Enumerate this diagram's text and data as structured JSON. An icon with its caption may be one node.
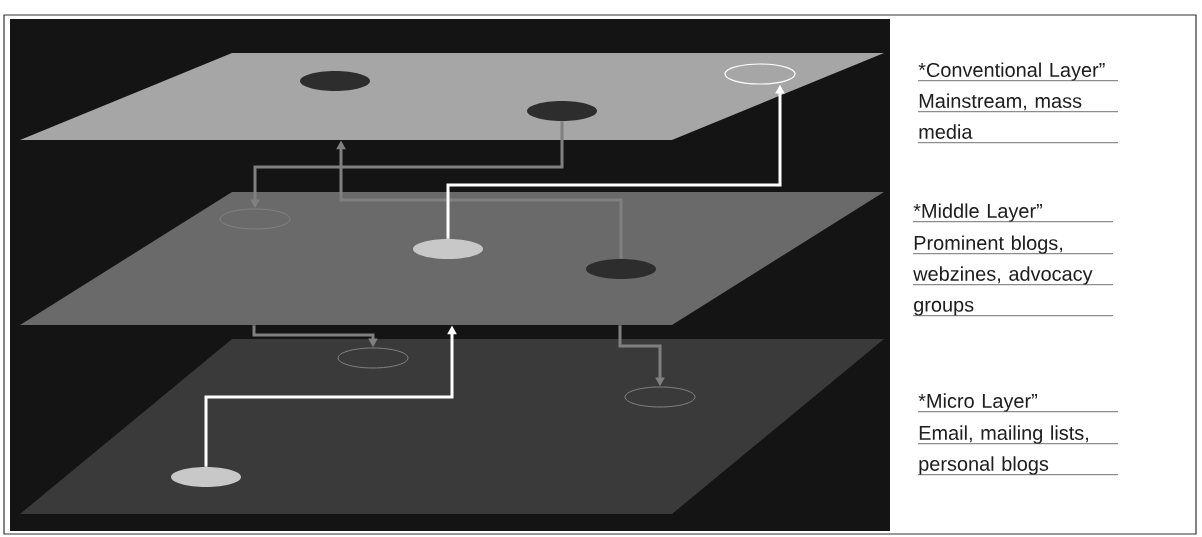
{
  "diagram": {
    "nodes": [
      {
        "text": [],
        "shape": "parallelogram"
      },
      {
        "text": [],
        "shape": "parallelogram"
      },
      {
        "text": [],
        "shape": "parallelogram"
      },
      {
        "text": [],
        "shape": "ellipse",
        "in": 0
      },
      {
        "text": [],
        "shape": "ellipse",
        "in": 0
      },
      {
        "text": [],
        "shape": "ellipse",
        "in": 0
      },
      {
        "text": [],
        "shape": "ellipse",
        "in": 1
      },
      {
        "text": [],
        "shape": "ellipse",
        "in": 1
      },
      {
        "text": [],
        "shape": "ellipse",
        "in": 1
      },
      {
        "text": [],
        "shape": "ellipse",
        "in": 2
      },
      {
        "text": [],
        "shape": "ellipse",
        "in": 2
      },
      {
        "text": [],
        "shape": "ellipse",
        "in": 2
      }
    ],
    "edges": [
      {
        "from": 4,
        "to": 6,
        "arrow": "to"
      },
      {
        "from": 8,
        "to": 0,
        "arrow": "to"
      },
      {
        "from": 7,
        "to": 5,
        "arrow": "to",
        "color": "#ffffff"
      },
      {
        "from": 1,
        "to": 9,
        "arrow": "to"
      },
      {
        "from": 11,
        "to": 1,
        "arrow": "to",
        "color": "#ffffff"
      },
      {
        "from": 1,
        "to": 10,
        "arrow": "to"
      }
    ],
    "labels": [
      "*Conventional Layer”",
      "Mainstream, mass media",
      "*Middle Layer”",
      "Prominent blogs, webzines, advocacy groups",
      "*Micro Layer”",
      "Email, mailing lists, personal blogs"
    ]
  }
}
